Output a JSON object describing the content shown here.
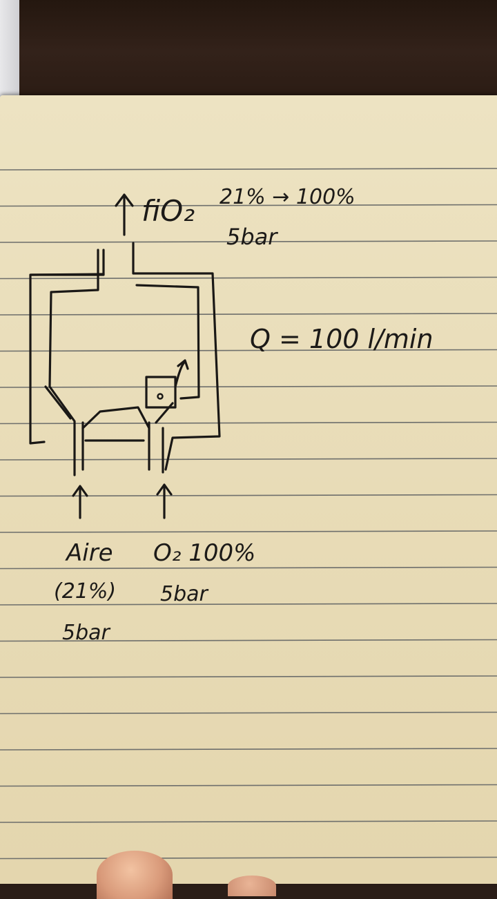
{
  "sketch": {
    "outlet": {
      "label": "fiO₂",
      "range": "21% → 100%",
      "pressure": "5bar"
    },
    "flow": {
      "label": "Q = 100 l/min"
    },
    "inlet_air": {
      "label": "Aire",
      "fraction": "(21%)",
      "pressure": "5bar"
    },
    "inlet_o2": {
      "label": "O₂ 100%",
      "pressure": "5bar"
    }
  },
  "colors": {
    "ink": "#1a1816",
    "paper": "#ede3c2",
    "rule_line": "#6e6f6c"
  },
  "icons": [
    "arrow-up-icon",
    "valve-icon"
  ]
}
